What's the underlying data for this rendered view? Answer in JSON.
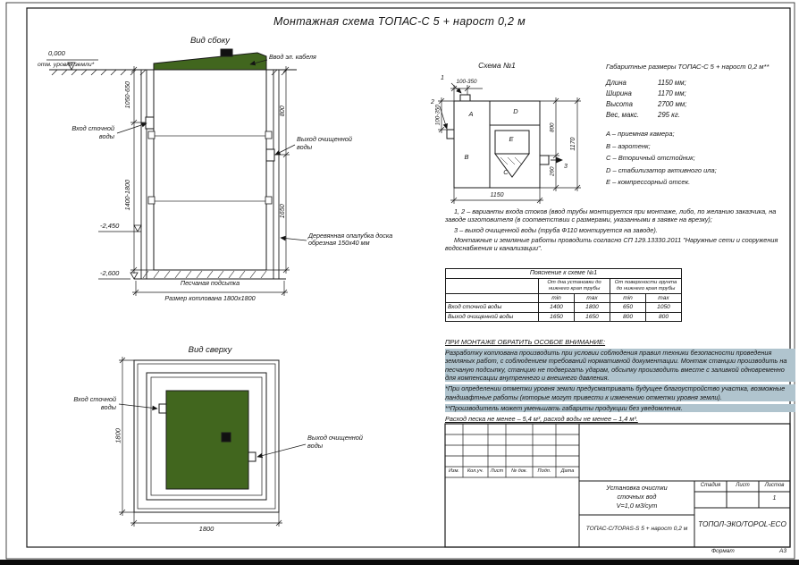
{
  "colors": {
    "station_green": "#41661e",
    "highlight": "#b0c4ce"
  },
  "title": "Монтажная схема ТОПАС-С 5 + нарост 0,2 м",
  "side_view": {
    "label": "Вид сбоку",
    "ground_mark": "0,000",
    "ground_label": "отм. уровня земли*",
    "cable_label": "Ввод эл. кабеля",
    "inlet_label": "Вход сточной воды",
    "outlet_label": "Выход очищенной воды",
    "dim_left_top": "1050-650",
    "dim_left_bottom": "1400-1800",
    "dim_right_top": "800",
    "dim_right_bottom": "1650",
    "level_1": "-2,450",
    "level_2": "-2,600",
    "sand_label": "Песчаная подсыпка",
    "formwork_label": "Деревянная опалубка доска обрезная 150x40 мм",
    "pit_label": "Размер котлована 1800x1800"
  },
  "top_view": {
    "label": "Вид сверху",
    "inlet_label": "Вход сточной воды",
    "outlet_label": "Выход очищенной воды",
    "dim_left": "1800",
    "dim_bottom": "1800"
  },
  "schema": {
    "label": "Схема №1",
    "dim_top": "100-350",
    "dim_left": "100-350",
    "dim_bottom": "1150",
    "dim_right": "1170",
    "dim_800": "800",
    "dim_260": "260",
    "marker_1": "1",
    "marker_2": "2",
    "marker_3": "3",
    "compartments": [
      "A",
      "B",
      "C",
      "D",
      "E"
    ]
  },
  "specs": {
    "heading": "Габаритные размеры ТОПАС-С 5 + нарост 0,2 м**",
    "rows": [
      {
        "label": "Длина",
        "value": "1150 мм;"
      },
      {
        "label": "Ширина",
        "value": "1170 мм;"
      },
      {
        "label": "Высота",
        "value": "2700 мм;"
      },
      {
        "label": "Вес, макс.",
        "value": "295 кг."
      }
    ],
    "legend": [
      "A – приемная камера;",
      "B – аэротенк;",
      "C – Вторичный отстойник;",
      "D – стабилизатор активного ила;",
      "E – компрессорный отсек."
    ]
  },
  "notes": {
    "note_1": "1, 2 – варианты входа  стоков (ввод трубы монтируется при монтаже, либо, по желанию заказчика, на заводе изготовителя (в соответствии с размерами, указанными в заявке на врезку);",
    "note_2": "3 – выход очищенной воды (труба Ф110 монтируется на заводе).",
    "note_3": "Монтажные и земляные работы проводить согласно СП 129.13330.2011 \"Наружные сети и сооружения водоснабжения и канализации\"."
  },
  "pipe_table": {
    "title": "Пояснение к схеме №1",
    "col_group_1": "От дна установки до нижнего края трубы",
    "col_group_2": "От поверхности грунта до нижнего края трубы",
    "min": "min",
    "max": "max",
    "rows": [
      {
        "label": "Вход сточной воды",
        "values": [
          "1400",
          "1800",
          "650",
          "1050"
        ]
      },
      {
        "label": "Выход очищенной воды",
        "values": [
          "1650",
          "1650",
          "800",
          "800"
        ]
      }
    ]
  },
  "warnings": {
    "heading": "ПРИ МОНТАЖЕ ОБРАТИТЬ ОСОБОЕ ВНИМАНИЕ:",
    "paragraph_1": "Разработку котлована производить при условии соблюдения правил техники безопасности проведения земляных работ, с соблюдением требований нормативной документации. Монтаж станции производить на песчаную подсыпку, станцию не подвергать ударам, обсыпку производить вместе с заливкой одновременно для компенсации внутреннего и внешнего давления.",
    "paragraph_2": "*При определении отметки уровня земли предусматривать будущее благоустройство участка, возможные ландшафтные работы (которые могут привести к изменению отметки уровня земли).",
    "paragraph_3": "**Производитель может уменьшать габариты продукции без уведомления.",
    "paragraph_4": "Расход песка не менее – 5,4 м³, расход воды не менее – 1,4 м³."
  },
  "title_block": {
    "headers": [
      "Изм.",
      "Кол.уч.",
      "Лист",
      "№ док.",
      "Подп.",
      "Дата"
    ],
    "doc_name_line1": "Установка очистки",
    "doc_name_line2": "сточных вод",
    "doc_name_line3": "V=1,0 м3/сут",
    "product": "ТОПАС-С/TOPAS-S 5 + нарост 0,2 м",
    "stage_label": "Стадия",
    "sheet_label": "Лист",
    "sheets_label": "Листов",
    "sheets_value": "1",
    "company": "ТОПОЛ-ЭКО/TOPOL-ECO",
    "format_label": "Формат",
    "format_value": "А3"
  }
}
